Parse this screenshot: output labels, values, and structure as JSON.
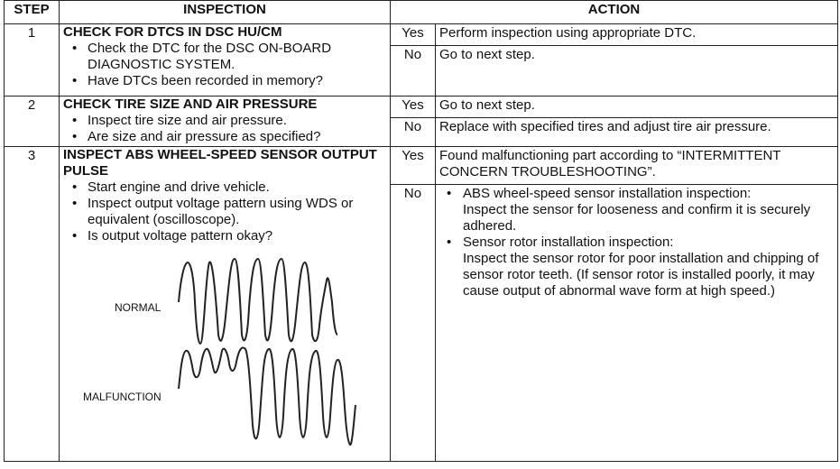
{
  "header": {
    "step": "STEP",
    "inspection": "INSPECTION",
    "action": "ACTION"
  },
  "steps": [
    {
      "number": "1",
      "title": "CHECK FOR DTCS IN DSC HU/CM",
      "items": [
        "Check the DTC for the DSC ON-BOARD DIAGNOSTIC SYSTEM.",
        "Have DTCs been recorded in memory?"
      ],
      "yes_label": "Yes",
      "yes_action": "Perform inspection using appropriate DTC.",
      "no_label": "No",
      "no_action": "Go to next step."
    },
    {
      "number": "2",
      "title": "CHECK TIRE SIZE AND AIR PRESSURE",
      "items": [
        "Inspect tire size and air pressure.",
        "Are size and air pressure as specified?"
      ],
      "yes_label": "Yes",
      "yes_action": "Go to next step.",
      "no_label": "No",
      "no_action": "Replace with specified tires and adjust tire air pressure."
    },
    {
      "number": "3",
      "title": "INSPECT ABS WHEEL-SPEED SENSOR OUTPUT PULSE",
      "items": [
        "Start engine and drive vehicle.",
        "Inspect output voltage pattern using WDS or equivalent (oscilloscope).",
        "Is output voltage pattern okay?"
      ],
      "waveforms": {
        "normal_label": "NORMAL",
        "malfunction_label": "MALFUNCTION"
      },
      "yes_label": "Yes",
      "yes_action": "Found malfunctioning part according to “INTERMITTENT CONCERN TROUBLESHOOTING”.",
      "no_label": "No",
      "no_items": [
        {
          "heading": "ABS wheel-speed sensor installation inspection:",
          "text": "Inspect the sensor for looseness and confirm it is securely adhered."
        },
        {
          "heading": "Sensor rotor installation inspection:",
          "text": "Inspect the sensor rotor for poor installation and chipping of sensor rotor teeth. (If sensor rotor is installed poorly, it may cause output of abnormal wave form at high speed.)"
        }
      ]
    }
  ]
}
